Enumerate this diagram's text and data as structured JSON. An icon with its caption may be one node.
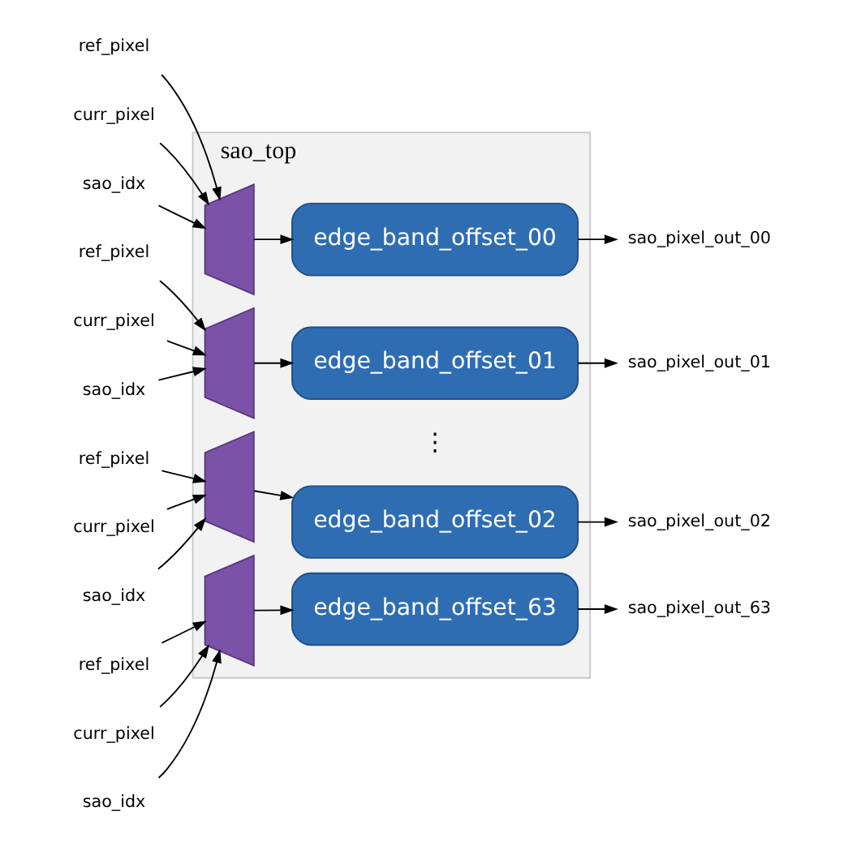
{
  "diagram": {
    "nodes": [
      {
        "text": [
          "sao_top"
        ]
      },
      {
        "text": [
          "ref_pixel"
        ]
      },
      {
        "text": [
          "curr_pixel"
        ]
      },
      {
        "text": [
          "sao_idx"
        ]
      },
      {
        "text": [],
        "shape": "trapezoid",
        "in": 0
      },
      {
        "text": [
          "edge_band_offset_00"
        ],
        "in": 0
      },
      {
        "text": [
          "sao_pixel_out_00"
        ]
      },
      {
        "text": [
          "ref_pixel"
        ]
      },
      {
        "text": [
          "curr_pixel"
        ]
      },
      {
        "text": [
          "sao_idx"
        ]
      },
      {
        "text": [],
        "shape": "trapezoid",
        "in": 0
      },
      {
        "text": [
          "edge_band_offset_01"
        ],
        "in": 0
      },
      {
        "text": [
          "sao_pixel_out_01"
        ]
      },
      {
        "text": [
          "ref_pixel"
        ]
      },
      {
        "text": [
          "curr_pixel"
        ]
      },
      {
        "text": [
          "sao_idx"
        ]
      },
      {
        "text": [],
        "shape": "trapezoid",
        "in": 0
      },
      {
        "text": [
          "edge_band_offset_02"
        ],
        "in": 0
      },
      {
        "text": [
          "sao_pixel_out_02"
        ]
      },
      {
        "text": [
          "ref_pixel"
        ]
      },
      {
        "text": [
          "curr_pixel"
        ]
      },
      {
        "text": [
          "sao_idx"
        ]
      },
      {
        "text": [],
        "shape": "trapezoid",
        "in": 0
      },
      {
        "text": [
          "edge_band_offset_63"
        ],
        "in": 0
      },
      {
        "text": [
          "sao_pixel_out_63"
        ]
      }
    ],
    "edges": [
      {
        "from": 1,
        "to": 4,
        "arrow": "to"
      },
      {
        "from": 2,
        "to": 4,
        "arrow": "to"
      },
      {
        "from": 3,
        "to": 4,
        "arrow": "to"
      },
      {
        "from": 4,
        "to": 5,
        "arrow": "to"
      },
      {
        "from": 5,
        "to": 6,
        "arrow": "to"
      },
      {
        "from": 7,
        "to": 10,
        "arrow": "to"
      },
      {
        "from": 8,
        "to": 10,
        "arrow": "to"
      },
      {
        "from": 9,
        "to": 10,
        "arrow": "to"
      },
      {
        "from": 10,
        "to": 11,
        "arrow": "to"
      },
      {
        "from": 11,
        "to": 12,
        "arrow": "to"
      },
      {
        "from": 13,
        "to": 16,
        "arrow": "to"
      },
      {
        "from": 14,
        "to": 16,
        "arrow": "to"
      },
      {
        "from": 15,
        "to": 16,
        "arrow": "to"
      },
      {
        "from": 16,
        "to": 17,
        "arrow": "to"
      },
      {
        "from": 17,
        "to": 18,
        "arrow": "to"
      },
      {
        "from": 19,
        "to": 22,
        "arrow": "to"
      },
      {
        "from": 20,
        "to": 22,
        "arrow": "to"
      },
      {
        "from": 21,
        "to": 22,
        "arrow": "to"
      },
      {
        "from": 22,
        "to": 23,
        "arrow": "to"
      },
      {
        "from": 23,
        "to": 24,
        "arrow": "to"
      }
    ],
    "labels": [
      "⋮"
    ]
  }
}
